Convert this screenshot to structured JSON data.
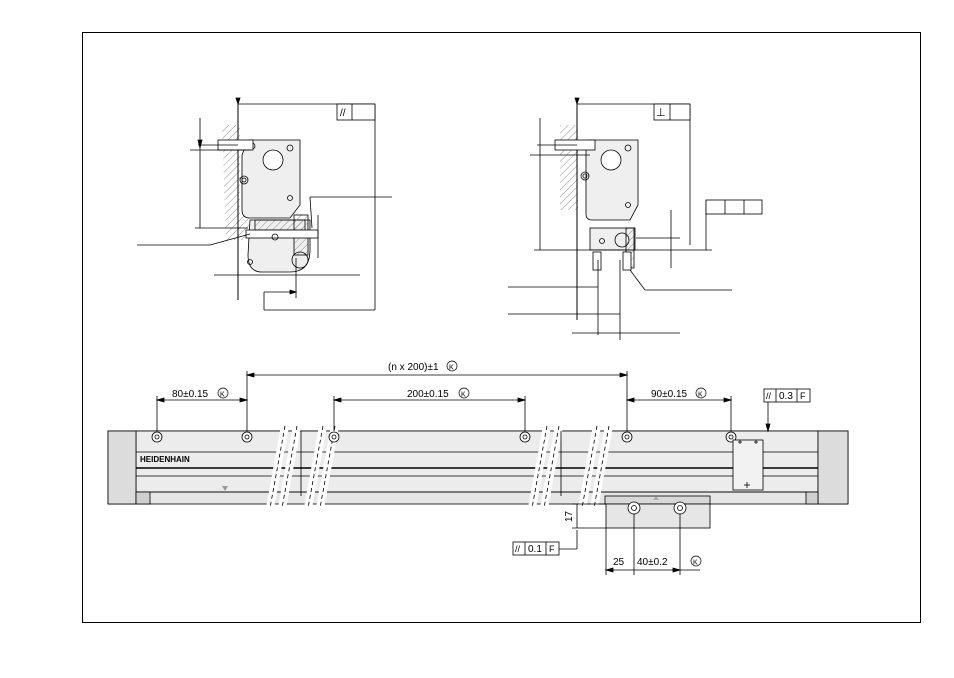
{
  "brand": "HEIDENHAIN",
  "dimensions": {
    "spacing_total": "(n x 200)±1",
    "spacing_left": "80±0.15",
    "spacing_middle": "200±0.15",
    "spacing_right": "90±0.15",
    "mount_offset": "25",
    "mount_spacing": "40±0.2",
    "height_17": "17"
  },
  "tolerances": {
    "parallelism_top": "0.3",
    "parallelism_top_datum": "F",
    "parallelism_bottom": "0.1",
    "parallelism_bottom_datum": "F"
  },
  "symbols": {
    "circle_k": "K",
    "parallel_symbol": "//",
    "perpendicular_symbol": "⊥"
  }
}
